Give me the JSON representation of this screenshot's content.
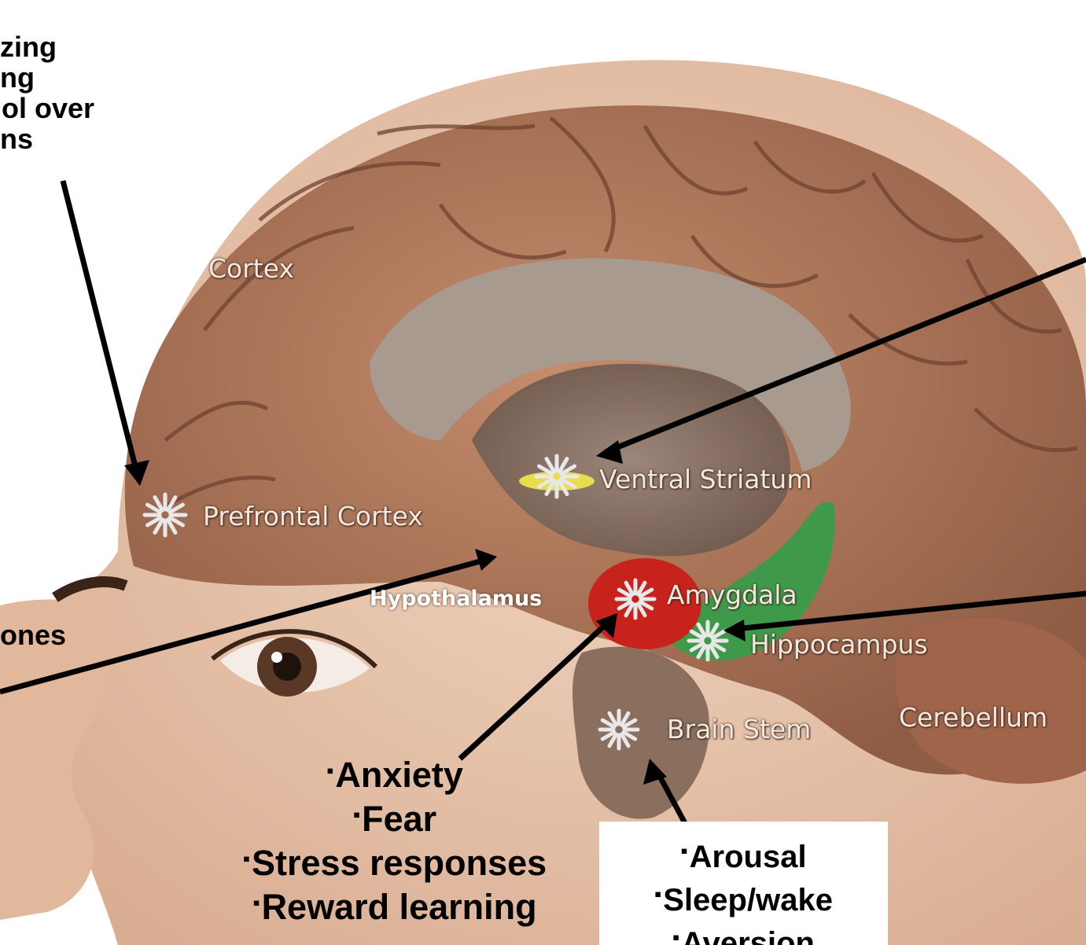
{
  "labels": {
    "cortex": "Cortex",
    "prefrontal_cortex": "Prefrontal Cortex",
    "ventral_striatum": "Ventral Striatum",
    "hypothalamus": "Hypothalamus",
    "amygdala": "Amygdala",
    "hippocampus": "Hippocampus",
    "brain_stem": "Brain Stem",
    "cerebellum": "Cerebellum"
  },
  "prefrontal_functions_partial": [
    "zing",
    "ng",
    "ol over",
    "ns"
  ],
  "hypothalamus_function_partial": "ones",
  "amygdala_functions": [
    "Anxiety",
    "Fear",
    "Stress responses",
    "Reward learning"
  ],
  "brainstem_functions": [
    "Arousal",
    "Sleep/wake",
    "Aversion"
  ],
  "colors": {
    "brain": "#b07a5e",
    "amygdala": "#c8221c",
    "hippocampus": "#3e9a4a",
    "skin": "#e8c4aa"
  }
}
